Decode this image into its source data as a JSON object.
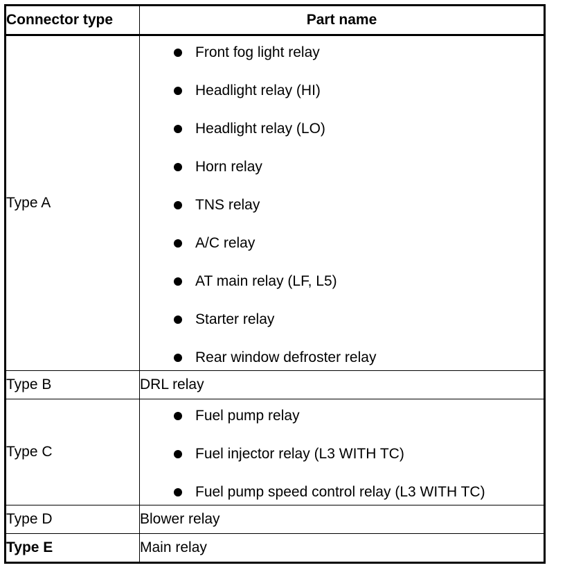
{
  "headers": {
    "connector_type": "Connector type",
    "part_name": "Part name"
  },
  "rows": [
    {
      "type": "Type A",
      "parts": [
        "Front fog light relay",
        "Headlight relay (HI)",
        "Headlight relay (LO)",
        "Horn relay",
        "TNS relay",
        "A/C relay",
        "AT main relay (LF, L5)",
        "Starter relay",
        "Rear window defroster relay"
      ]
    },
    {
      "type": "Type B",
      "part": "DRL relay"
    },
    {
      "type": "Type C",
      "parts": [
        "Fuel pump relay",
        "Fuel injector relay (L3 WITH TC)",
        "Fuel pump speed control relay (L3 WITH TC)"
      ]
    },
    {
      "type": "Type D",
      "part": "Blower relay"
    },
    {
      "type": "Type E",
      "part": "Main relay"
    }
  ]
}
